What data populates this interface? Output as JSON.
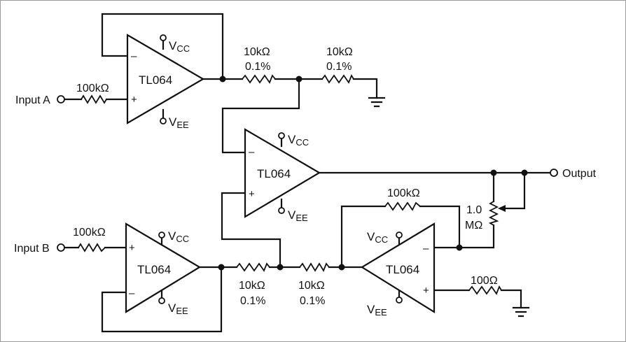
{
  "labels": {
    "input_a": "Input A",
    "input_b": "Input B",
    "output": "Output",
    "opamp": "TL064",
    "vcc_main": "V",
    "vcc_sub": "CC",
    "vee_main": "V",
    "vee_sub": "EE",
    "minus": "–",
    "plus": "+",
    "r_100k": "100kΩ",
    "r_10k": "10kΩ",
    "tol_01": "0.1%",
    "r_100": "100Ω",
    "pot_value": "1.0",
    "pot_unit": "MΩ"
  }
}
